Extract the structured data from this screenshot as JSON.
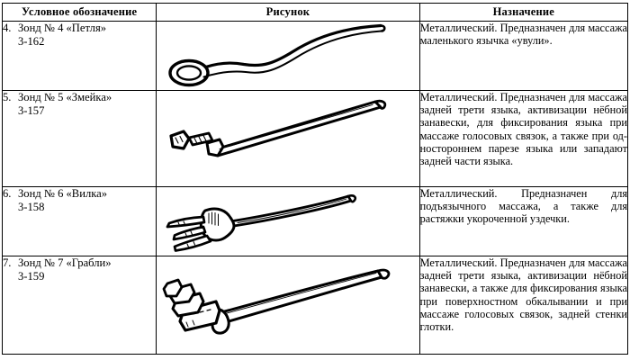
{
  "table": {
    "headers": {
      "designation": "Условное обозначение",
      "picture": "Рисунок",
      "purpose": "Назначение"
    },
    "rows": [
      {
        "index": "4.",
        "name": "Зонд № 4 «Петля»",
        "code": "3-162",
        "figure": "loop-probe",
        "purpose": "Металлический. Предназначен для массажа маленького язычка «увули»."
      },
      {
        "index": "5.",
        "name": "Зонд № 5 «Змейка»",
        "code": "3-157",
        "figure": "snake-probe",
        "purpose": "Металлический. Предназначен для массажа задней трети языка, акти­визации нёбной занавески, для фиксирования языка при массаже голосовых связок, а также при од­ностороннем парезе языка или за­падают задней части языка."
      },
      {
        "index": "6.",
        "name": "Зонд № 6 «Вилка»",
        "code": "3-158",
        "figure": "fork-probe",
        "purpose": "Металлический. Предназначен для подъязычного массажа, а также для растяжки укороченной уздечки."
      },
      {
        "index": "7.",
        "name": "Зонд № 7 «Грабли»",
        "code": "3-159",
        "figure": "rake-probe",
        "purpose": "Металлический. Предназначен для массажа задней трети языка, акти­визации нёбной занавески, а так­же для фиксирования языка при поверхностном обкалывании и при массаже голосовых связок, задней стенки глотки."
      }
    ]
  },
  "colors": {
    "ink": "#000000",
    "paper": "#ffffff",
    "border": "#000000"
  }
}
